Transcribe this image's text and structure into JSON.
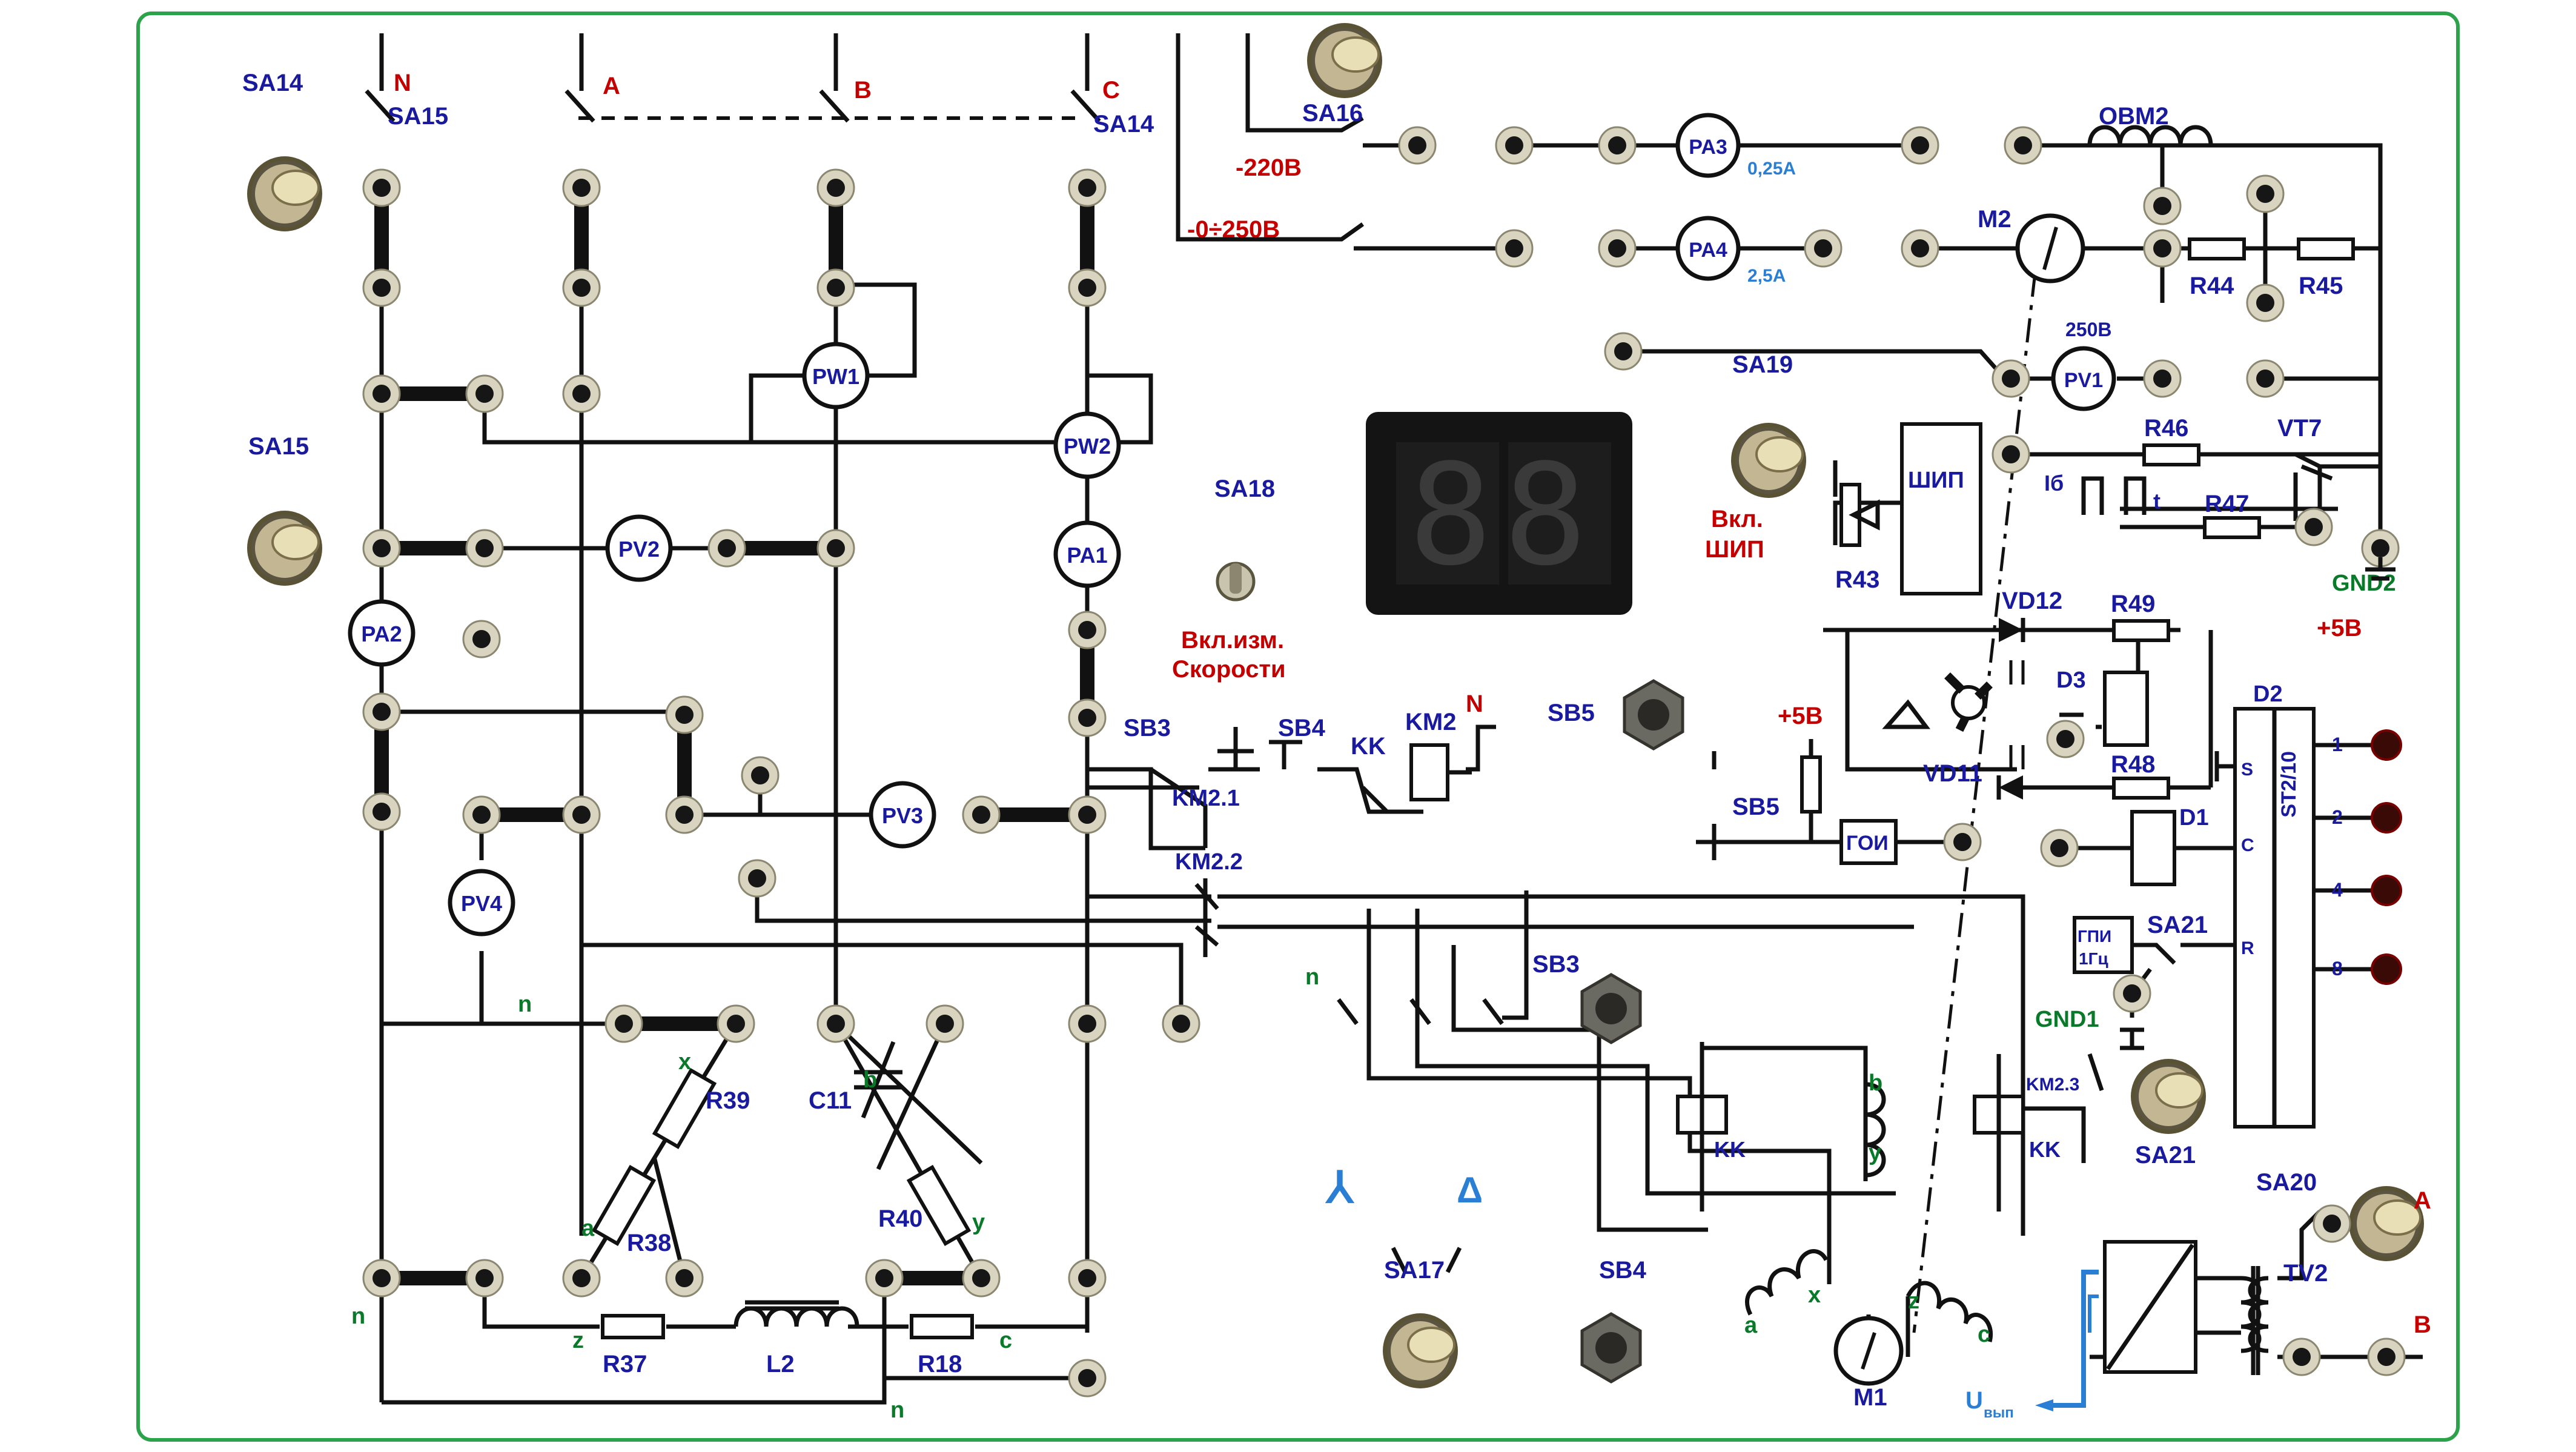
{
  "panel": {
    "switches": {
      "sa14": "SA14",
      "sa15": "SA15",
      "sa16": "SA16",
      "sa17": "SA17",
      "sa18": "SA18",
      "sa19": "SA19",
      "sa20": "SA20",
      "sa21": "SA21"
    },
    "phases": {
      "n": "N",
      "a": "A",
      "b": "B",
      "c": "C"
    },
    "meters": {
      "pw1": "PW1",
      "pw2": "PW2",
      "pa1": "PA1",
      "pa2": "PA2",
      "pv2": "PV2",
      "pv3": "PV3",
      "pv4": "PV4",
      "pa3": "PA3",
      "pa3_range": "0,25А",
      "pa4": "PA4",
      "pa4_range": "2,5А",
      "m2": "M2",
      "pv1": "PV1",
      "pv1_range": "250В",
      "m1": "M1"
    },
    "supply": {
      "v220": "-220В",
      "vvar": "-0÷250В"
    },
    "indicator": {
      "digits": "88"
    },
    "sa18_caption_1": "Вкл.изм.",
    "sa18_caption_2": "Скорости",
    "pwm_caption_1": "Вкл.",
    "pwm_caption_2": "ШИП",
    "pwm_block": "ШИП",
    "gen_block": "ГОИ",
    "gpi_block_1": "ГПИ",
    "gpi_block_2": "1Гц",
    "buttons": {
      "sb3": "SB3",
      "sb4": "SB4",
      "sb5": "SB5"
    },
    "relays": {
      "km2": "KM2",
      "km21": "KM2.1",
      "km22": "KM2.2",
      "km23": "KM2.3",
      "kk": "KK"
    },
    "components": {
      "ovm2": "ОВМ2",
      "r44": "R44",
      "r45": "R45",
      "r46": "R46",
      "r47": "R47",
      "r48": "R48",
      "r49": "R49",
      "r43": "R43",
      "vt7": "VT7",
      "vd11": "VD11",
      "vd12": "VD12",
      "d1": "D1",
      "d2": "D2",
      "d3": "D3",
      "st": "ST2/10",
      "gnd1": "GND1",
      "gnd2": "GND2",
      "r37": "R37",
      "r38": "R38",
      "r39": "R39",
      "r40": "R40",
      "r18": "R18",
      "c11": "C11",
      "l2": "L2",
      "tv2": "TV2"
    },
    "voltages": {
      "p5v_a": "+5В",
      "p5v_b": "+5В"
    },
    "pulse": {
      "ib": "Iб",
      "t": "t"
    },
    "d2_pins": {
      "p1": "1",
      "p2": "2",
      "p4": "4",
      "p8": "8",
      "s": "S",
      "c": "C",
      "r": "R"
    },
    "d1_pin": "C",
    "windings": {
      "a": "a",
      "b": "b",
      "c": "c",
      "x": "x",
      "y": "y",
      "z": "z",
      "n": "n"
    },
    "uout": "U",
    "uout_sub": "вып",
    "km2_n": "N",
    "sa20_a": "A",
    "sa20_b": "B",
    "sa17_star": "⅄",
    "sa17_delta": "Δ"
  },
  "colors": {
    "frame": "#2ca24a",
    "label_blue": "#1a1a9e",
    "label_red": "#c40000",
    "label_green": "#0a7a2a",
    "label_lightblue": "#2a7fd4",
    "display_bg": "#141414",
    "segment": "#3a3a3a"
  }
}
